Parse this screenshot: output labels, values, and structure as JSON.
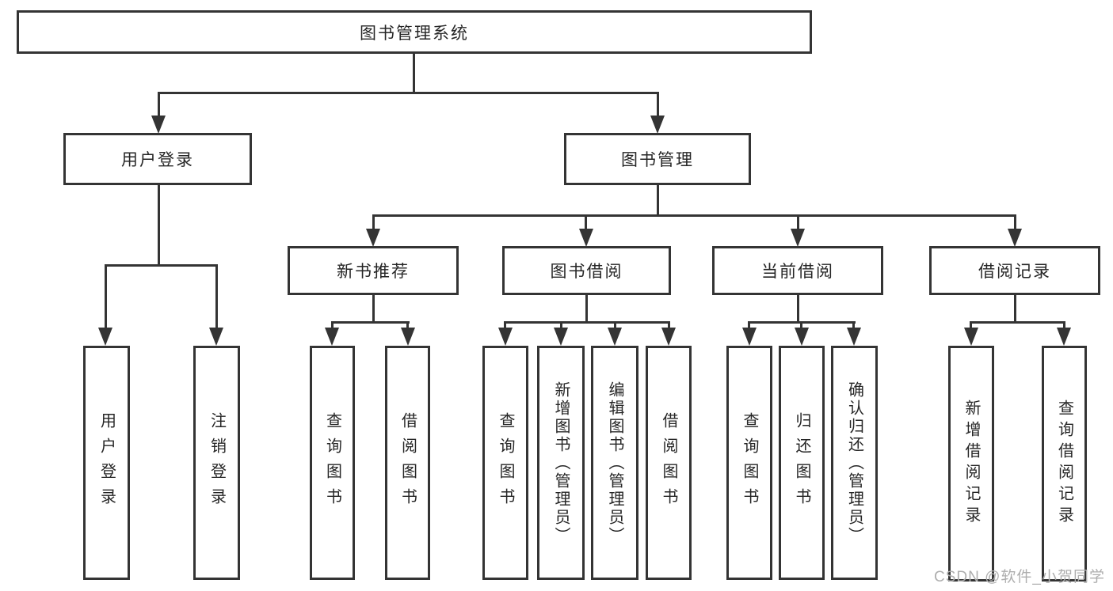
{
  "diagram": {
    "title_node": "图书管理系统",
    "root": {
      "label": "图书管理系统"
    },
    "branches": [
      {
        "label": "用户登录",
        "leaves": [
          "用户登录",
          "注销登录"
        ]
      },
      {
        "label": "图书管理",
        "children": [
          {
            "label": "新书推荐",
            "leaves": [
              "查询图书",
              "借阅图书"
            ]
          },
          {
            "label": "图书借阅",
            "leaves": [
              "查询图书",
              "新增图书（管理员）",
              "编辑图书（管理员）",
              "借阅图书"
            ]
          },
          {
            "label": "当前借阅",
            "leaves": [
              "查询图书",
              "归还图书",
              "确认归还（管理员）"
            ]
          },
          {
            "label": "借阅记录",
            "leaves": [
              "新增借阅记录",
              "查询借阅记录"
            ]
          }
        ]
      }
    ]
  },
  "watermark": {
    "text": "CSDN @软件_小贺同学",
    "color": "#aeaeae"
  },
  "colors": {
    "line": "#343434",
    "box_border": "#343434",
    "text": "#262626",
    "background": "#ffffff"
  }
}
